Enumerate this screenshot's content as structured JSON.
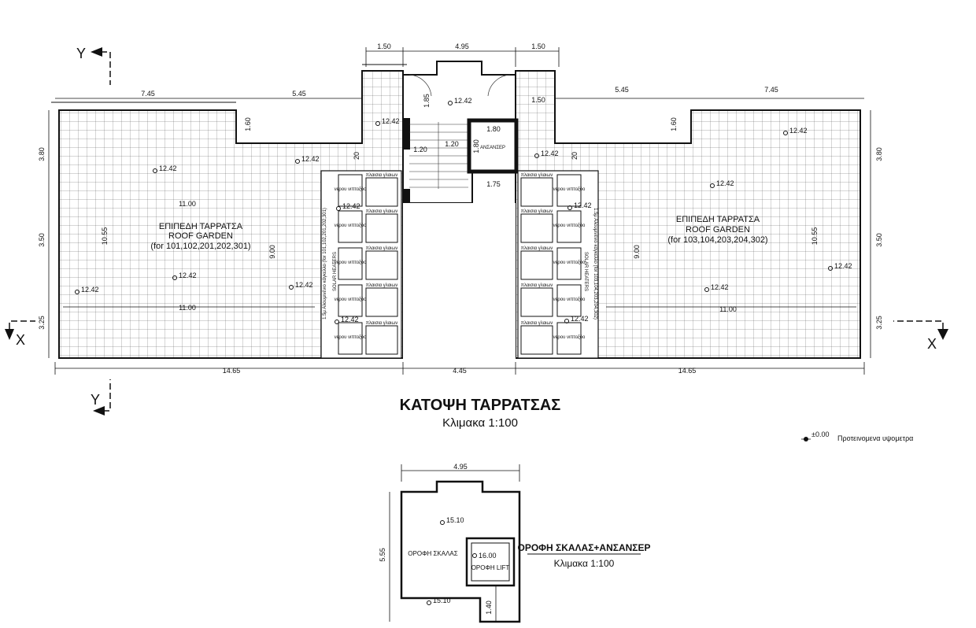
{
  "plan": {
    "title": "ΚΑΤΟΨΗ ΤΑΡΡΑΤΣΑΣ",
    "scale": "Κλιμακα 1:100",
    "legend_mark": "±0.00",
    "legend_text": "Προτεινομενα υψομετρα",
    "axis_y": "Y",
    "axis_x": "X",
    "left_garden": {
      "title": "ΕΠΙΠΕΔΗ ΤΑΡΡΑΤΣΑ",
      "subtitle": "ROOF GARDEN",
      "units": "(for 101,102,201,202,301)"
    },
    "right_garden": {
      "title": "ΕΠΙΠΕΔΗ ΤΑΡΡΑΤΣΑ",
      "subtitle": "ROOF GARDEN",
      "units": "(for 103,104,203,204,302)"
    },
    "solar_left": {
      "line1": "SOLAR HEATERS",
      "line2": "1.5μ Αλουμινένιο κάγκελλο (for 101,102,201,202,301)"
    },
    "solar_right": {
      "line1": "SOLAR HEATERS",
      "line2": "1.5μ Αλουμινένιο κάγκελλο (for 103,104,203,204,302)"
    },
    "tank_label": "νερου νιπτοξόο",
    "panel_label": "πλαισια γλαιων",
    "lift_label": "ΑΝΣΑΝΣΕΡ",
    "level_main": "12.42",
    "dims": {
      "top_150a": "1.50",
      "top_495": "4.95",
      "top_150b": "1.50",
      "l_745": "7.45",
      "l_545": "5.45",
      "r_545": "5.45",
      "r_745": "7.45",
      "v_185": "1.85",
      "v_160a": "1.60",
      "v_160b": "1.60",
      "v_150": "1.50",
      "lift_180a": "1.80",
      "lift_180b": "1.80",
      "st_120a": "1.20",
      "st_120b": "1.20",
      "d_175": "1.75",
      "d_20a": "20",
      "d_20b": "20",
      "l_1100a": "11.00",
      "l_1100b": "11.00",
      "r_1100": "11.00",
      "l_1055": "10.55",
      "l_900": "9.00",
      "r_900": "9.00",
      "r_1055": "10.55",
      "bot_1465a": "14.65",
      "bot_445": "4.45",
      "bot_1465b": "14.65",
      "side_380a": "3.80",
      "side_350a": "3.50",
      "side_325a": "3.25",
      "side_380b": "3.80",
      "side_350b": "3.50",
      "side_325b": "3.25"
    }
  },
  "roof": {
    "title": "ΟΡΟΦΗ ΣΚΑΛΑΣ+ΑΝΣΑΝΣΕΡ",
    "scale": "Κλιμακα 1:100",
    "stair_label": "ΟΡΟΦΗ ΣΚΑΛΑΣ",
    "lift_label": "ΟΡΟΦΗ LIFT",
    "level_stair": "15.10",
    "level_lift": "16.00",
    "dim_width": "4.95",
    "dim_height": "5.55",
    "dim_140": "1.40"
  }
}
